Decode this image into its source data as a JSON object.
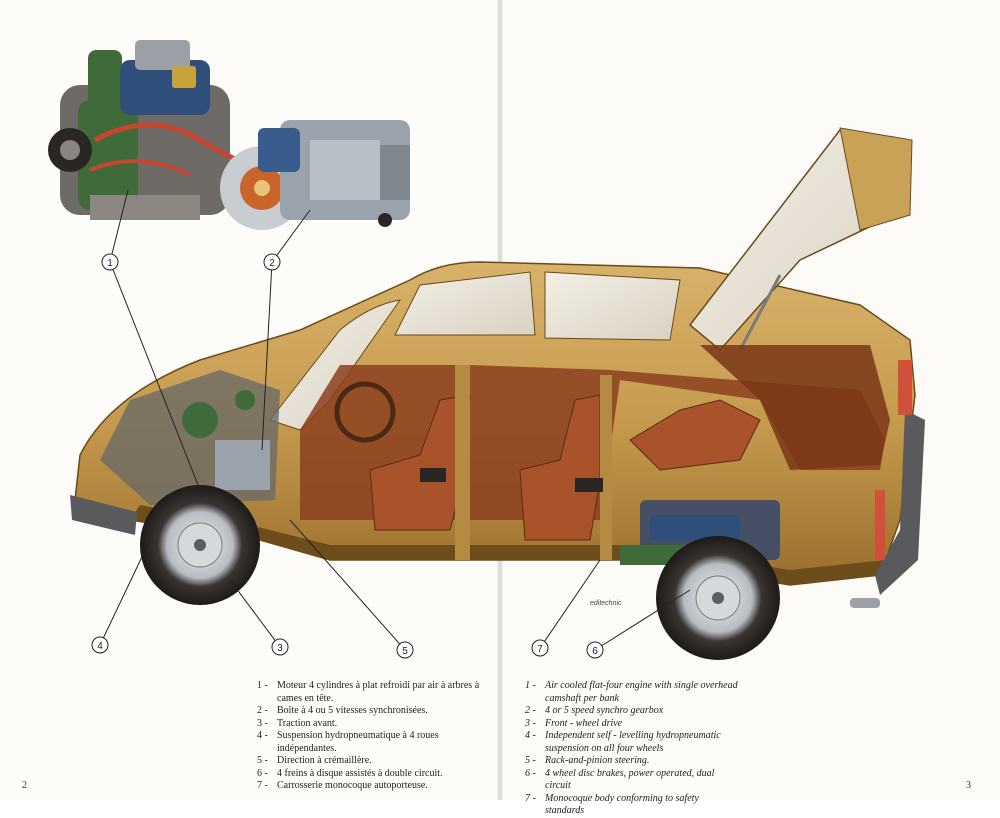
{
  "callouts": [
    {
      "num": "1"
    },
    {
      "num": "2"
    },
    {
      "num": "3"
    },
    {
      "num": "4"
    },
    {
      "num": "5"
    },
    {
      "num": "6"
    },
    {
      "num": "7"
    }
  ],
  "legend_fr": [
    {
      "num": "1 -",
      "text": "Moteur 4 cylindres à plat refroidi par air à arbres à cames en tête."
    },
    {
      "num": "2 -",
      "text": "Boîte à 4 ou 5 vitesses synchronisées."
    },
    {
      "num": "3 -",
      "text": "Traction avant."
    },
    {
      "num": "4 -",
      "text": "Suspension hydropneumatique à 4 roues indépendantes."
    },
    {
      "num": "5 -",
      "text": "Direction à crémaillère."
    },
    {
      "num": "6 -",
      "text": "4 freins à disque assistés à double circuit."
    },
    {
      "num": "7 -",
      "text": "Carrosserie monocoque autoporteuse."
    }
  ],
  "legend_en": [
    {
      "num": "1 -",
      "text": "Air cooled flat-four engine with single overhead camshaft per bank"
    },
    {
      "num": "2 -",
      "text": "4 or 5 speed synchro gearbox"
    },
    {
      "num": "3 -",
      "text": "Front - wheel drive"
    },
    {
      "num": "4 -",
      "text": "Independent self - levelling hydropneumatic suspension on all four wheels"
    },
    {
      "num": "5 -",
      "text": "Rack-and-pinion steering."
    },
    {
      "num": "6 -",
      "text": "4 wheel disc brakes, power operated, dual circuit"
    },
    {
      "num": "7 -",
      "text": "Monocoque body conforming to safety standards"
    }
  ],
  "credit": "editechnic",
  "page_numbers": {
    "left": "2",
    "right": "3"
  },
  "colors": {
    "body": "#c59a4e",
    "body_dark": "#8a6425",
    "interior": "#8c3f1f",
    "engine_green": "#3f6b3a",
    "tire": "#2a2623",
    "chrome": "#c9ccd0"
  }
}
